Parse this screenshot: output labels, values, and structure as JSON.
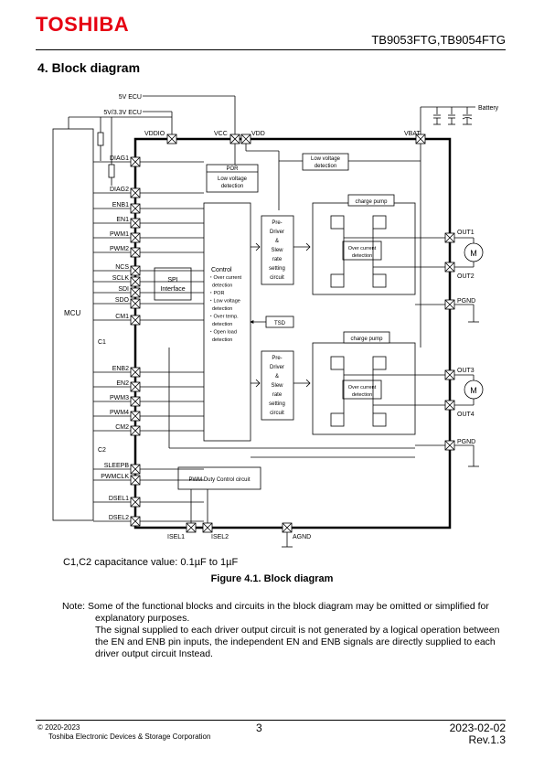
{
  "header": {
    "logo": "TOSHIBA",
    "part_numbers": "TB9053FTG,TB9054FTG"
  },
  "section_title": "4. Block diagram",
  "diagram": {
    "supply_labels": {
      "v5": "5V ECU",
      "v33": "5V/3.3V ECU",
      "battery": "Battery"
    },
    "top_pins": {
      "vddio": "VDDIO",
      "vcc": "VCC",
      "vdd": "VDD",
      "vbat": "VBAT"
    },
    "left_pins": [
      "DIAG1",
      "DIAG2",
      "ENB1",
      "EN1",
      "PWM1",
      "PWM2",
      "NCS",
      "SCLK",
      "SDI",
      "SDO",
      "CM1",
      "ENB2",
      "EN2",
      "PWM3",
      "PWM4",
      "CM2",
      "SLEEPB",
      "PWMCLK",
      "DSEL1",
      "DSEL2"
    ],
    "right_pins": {
      "out1": "OUT1",
      "out2": "OUT2",
      "pgnd1": "PGND",
      "out3": "OUT3",
      "out4": "OUT4",
      "pgnd2": "PGND"
    },
    "bottom_pins": {
      "isel1": "ISEL1",
      "isel2": "ISEL2",
      "agnd": "AGND"
    },
    "blocks": {
      "mcu": "MCU",
      "por": "POR",
      "lv_inner": [
        "Low voltage",
        "detection"
      ],
      "lv_right": [
        "Low voltage",
        "detection"
      ],
      "spi": [
        "SPI",
        "Interface"
      ],
      "control_title": "Control",
      "control_items": [
        "・Over current",
        "detection",
        "・POR",
        "・Low voltage",
        "detection",
        "・Over temp.",
        "detection",
        "・Open load",
        "detection"
      ],
      "predriver": [
        "Pre-",
        "Driver",
        "&",
        "Slew",
        "rate",
        "setting",
        "circuit"
      ],
      "charge_pump": "charge pump",
      "overcurrent": [
        "Over current",
        "detection"
      ],
      "tsd": "TSD",
      "pwm_duty": "PWM Duty Control circuit",
      "motor": "M",
      "c1": "C1",
      "c2": "C2"
    }
  },
  "capacitance_note": "C1,C2 capacitance value: 0.1µF to 1µF",
  "figure_caption": "Figure 4.1. Block diagram",
  "note": {
    "line1": "Note: Some of the functional blocks and circuits in the block diagram may be omitted or simplified for",
    "line2": "explanatory purposes.",
    "line3": "The signal supplied to each driver output circuit is not generated by a logical operation between",
    "line4": "the EN and ENB pin inputs, the independent EN and ENB signals are directly supplied to each",
    "line5": "driver output circuit Instead."
  },
  "footer": {
    "copyright": "© 2020-2023",
    "company": "Toshiba Electronic Devices & Storage Corporation",
    "page": "3",
    "date": "2023-02-02",
    "rev": "Rev.1.3"
  },
  "colors": {
    "logo": "#e60012"
  }
}
